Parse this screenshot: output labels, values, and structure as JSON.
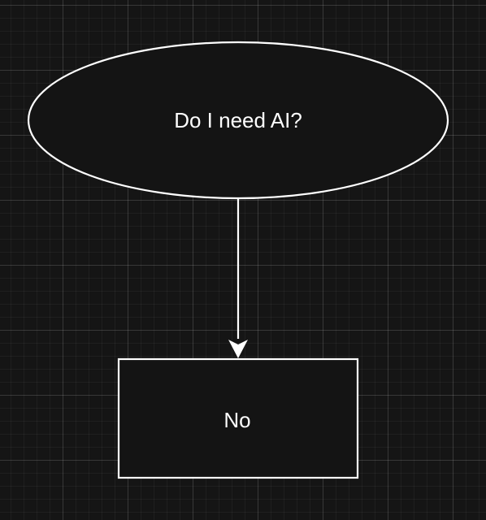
{
  "diagram": {
    "nodes": [
      {
        "id": "question",
        "shape": "ellipse",
        "label": "Do I need AI?"
      },
      {
        "id": "answer",
        "shape": "rectangle",
        "label": "No"
      }
    ],
    "edges": [
      {
        "from": "question",
        "to": "answer",
        "label": ""
      }
    ],
    "colors": {
      "background": "#151515",
      "grid": "#2a2a2a",
      "stroke": "#ffffff",
      "node_fill": "#141414",
      "text": "#ffffff"
    }
  }
}
